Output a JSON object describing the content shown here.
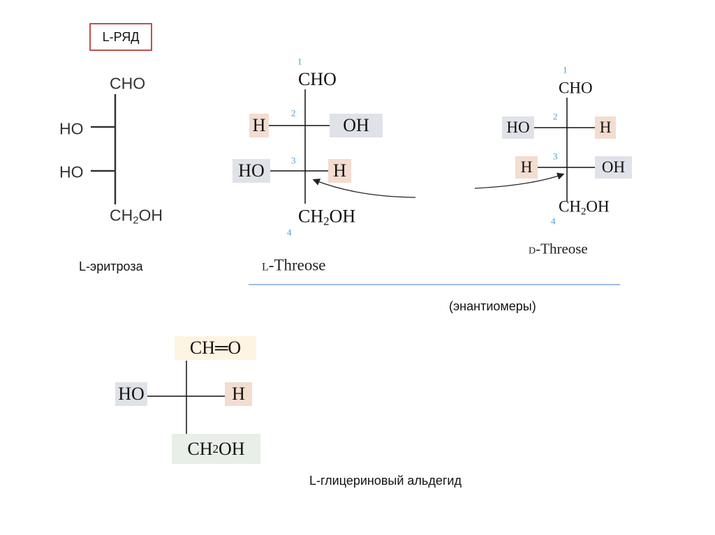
{
  "series_label": "L-РЯД",
  "erythrose": {
    "top": "CHO",
    "c2_left": "HO",
    "c3_left": "HO",
    "bottom_pre": "CH",
    "bottom_sub": "2",
    "bottom_post": "OH",
    "name": "L-эритроза"
  },
  "l_threose": {
    "n1": "1",
    "n2": "2",
    "n3": "3",
    "n4": "4",
    "top": "CHO",
    "c2_left": "H",
    "c2_right": "OH",
    "c3_left": "HO",
    "c3_right": "H",
    "bottom_pre": "CH",
    "bottom_sub": "2",
    "bottom_post": "OH",
    "name_prefix": "L",
    "name": "-Threose"
  },
  "d_threose": {
    "n1": "1",
    "n2": "2",
    "n3": "3",
    "n4": "4",
    "top": "CHO",
    "c2_left": "HO",
    "c2_right": "H",
    "c3_left": "H",
    "c3_right": "OH",
    "bottom_pre": "CH",
    "bottom_sub": "2",
    "bottom_post": "OH",
    "name_prefix": "D",
    "name": "-Threose"
  },
  "enantiomers_label": "(энантиомеры)",
  "glyceraldehyde": {
    "top": "CH═O",
    "left": "HO",
    "right": "H",
    "bottom_pre": "CH",
    "bottom_sub": "2",
    "bottom_post": "OH",
    "name": "L-глицериновый альдегид"
  },
  "colors": {
    "series_box_border": "#c0504d",
    "divider": "#7da7d9",
    "h_highlight": "#f3dcd0",
    "oh_highlight": "#dfe2e8",
    "number": "#4a9fd0"
  }
}
